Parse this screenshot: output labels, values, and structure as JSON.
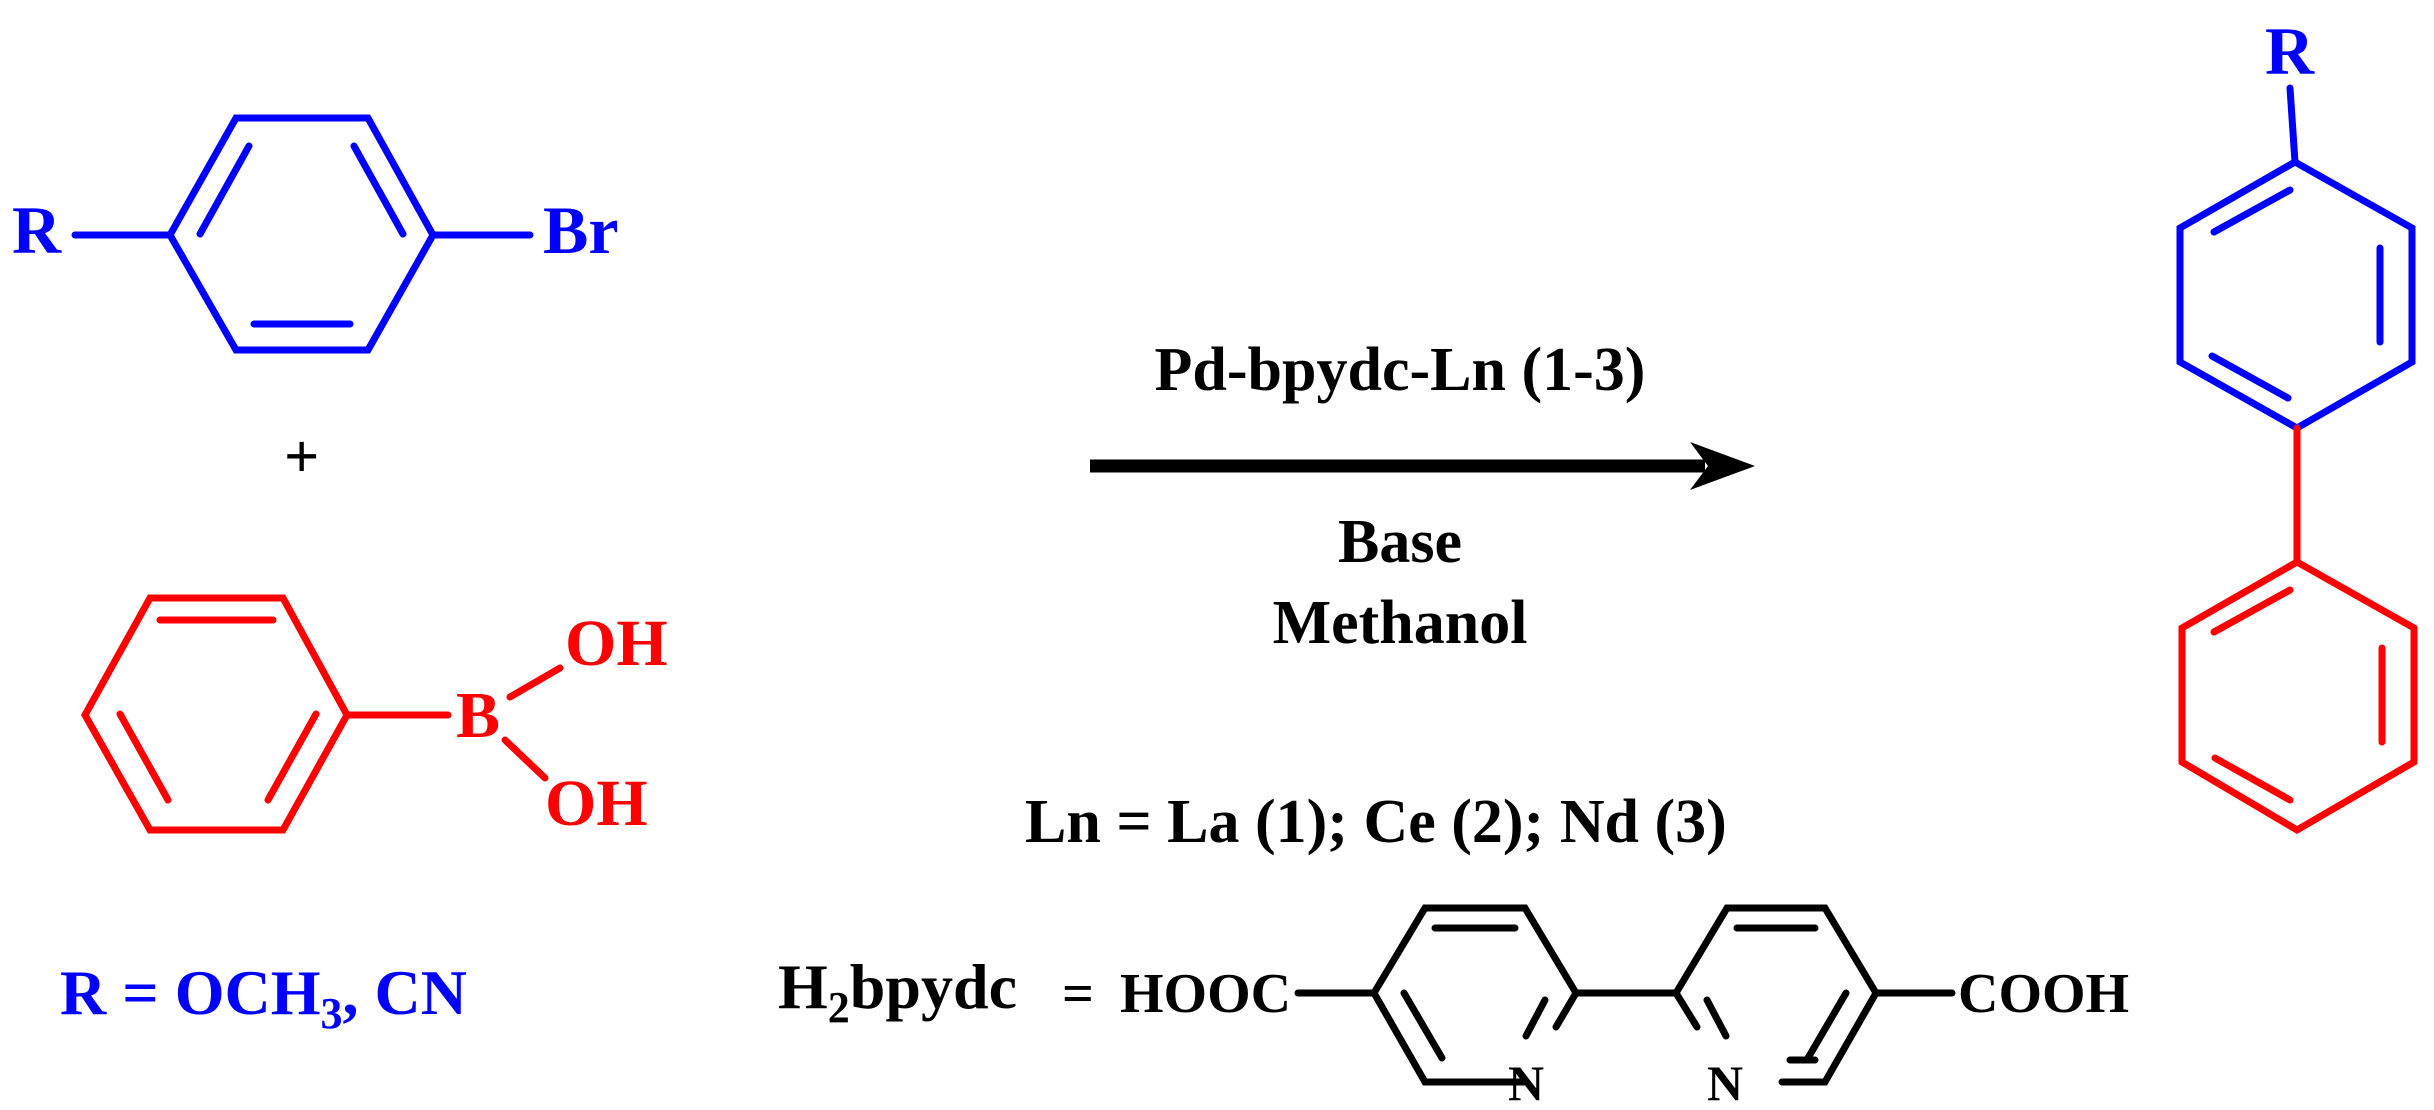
{
  "colors": {
    "reactant_a": "#0000ff",
    "reactant_b": "#ff0000",
    "text": "#000000"
  },
  "reactant_a": {
    "substituent": "R",
    "leaving_group": "Br"
  },
  "plus": "+",
  "reactant_b": {
    "boron": "B",
    "hydroxyl_top": "OH",
    "hydroxyl_bottom": "OH"
  },
  "r_definition": {
    "prefix": "R = OCH",
    "subscript": "3",
    "suffix": ", CN"
  },
  "conditions": {
    "catalyst": "Pd-bpydc-Ln (1-3)",
    "base": "Base",
    "solvent": "Methanol"
  },
  "product": {
    "substituent": "R"
  },
  "ln_definition": "Ln = La (1); Ce (2); Nd (3)",
  "ligand": {
    "name_prefix": "H",
    "name_subscript": "2",
    "name_suffix": "bpydc",
    "equals": "=",
    "left_group": "HOOC",
    "right_group": "COOH",
    "n_left": "N",
    "n_right": "N"
  }
}
